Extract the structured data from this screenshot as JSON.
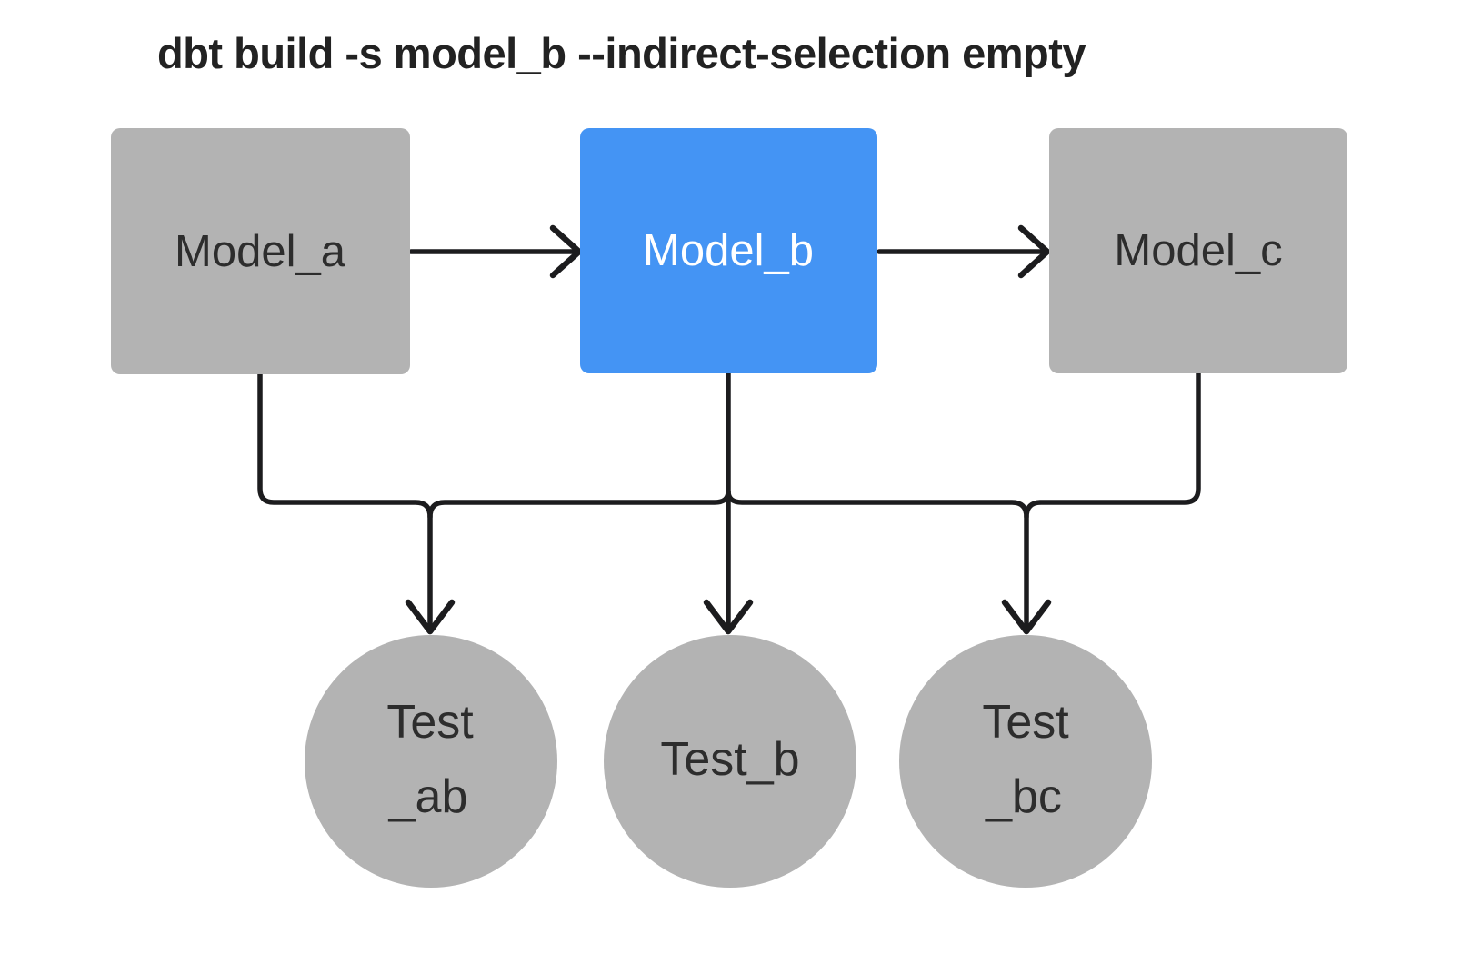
{
  "title": "dbt build -s model_b --indirect-selection empty",
  "colors": {
    "background": "#ffffff",
    "node_gray": "#b3b3b3",
    "selected_blue": "#4494f4",
    "edge": "#1c1c1e",
    "text_dark": "#2d2d2d",
    "text_light": "#ffffff",
    "title_text": "#222222"
  },
  "diagram": {
    "models": [
      {
        "id": "model_a",
        "label": "Model_a",
        "selected": false
      },
      {
        "id": "model_b",
        "label": "Model_b",
        "selected": true
      },
      {
        "id": "model_c",
        "label": "Model_c",
        "selected": false
      }
    ],
    "tests": [
      {
        "id": "test_ab",
        "lines": [
          "Test",
          "_ab"
        ]
      },
      {
        "id": "test_b",
        "lines": [
          "Test_b"
        ]
      },
      {
        "id": "test_bc",
        "lines": [
          "Test",
          "_bc"
        ]
      }
    ],
    "edges": [
      "model_a -> model_b",
      "model_b -> model_c",
      "model_a -> test_ab",
      "model_b -> test_ab",
      "model_b -> test_b",
      "model_b -> test_bc",
      "model_c -> test_bc"
    ]
  }
}
